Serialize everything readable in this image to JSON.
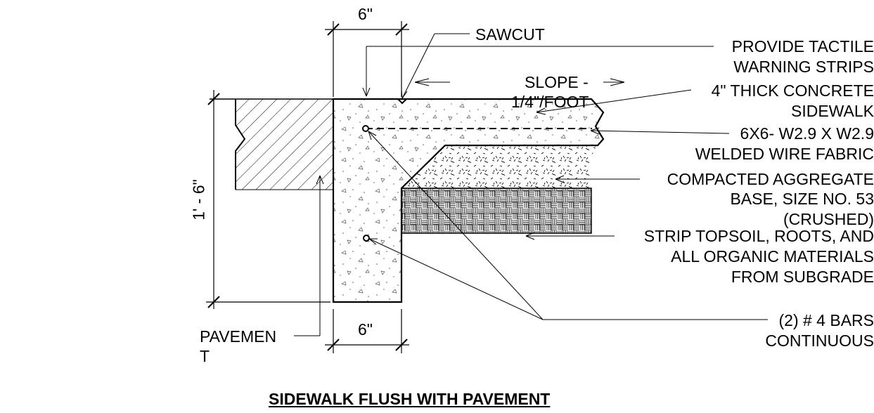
{
  "dimensions": {
    "top_width": "6\"",
    "bottom_width": "6\"",
    "height": "1' - 6\""
  },
  "labels": {
    "sawcut": "SAWCUT",
    "slope_line1": "SLOPE -",
    "slope_line2": "1/4\"/FOOT",
    "pavement_line1": "PAVEMEN",
    "pavement_line2": "T"
  },
  "callouts": [
    {
      "lines": [
        "PROVIDE TACTILE",
        "WARNING STRIPS"
      ]
    },
    {
      "lines": [
        "4\" THICK CONCRETE",
        "SIDEWALK"
      ]
    },
    {
      "lines": [
        "6X6- W2.9 X W2.9",
        "WELDED WIRE FABRIC"
      ]
    },
    {
      "lines": [
        "COMPACTED AGGREGATE",
        "BASE, SIZE NO. 53",
        "(CRUSHED)"
      ]
    },
    {
      "lines": [
        "STRIP TOPSOIL, ROOTS, AND",
        "ALL ORGANIC MATERIALS",
        "FROM SUBGRADE"
      ]
    },
    {
      "lines": [
        "(2) # 4 BARS",
        "CONTINUOUS"
      ]
    }
  ],
  "title": "SIDEWALK FLUSH WITH PAVEMENT"
}
